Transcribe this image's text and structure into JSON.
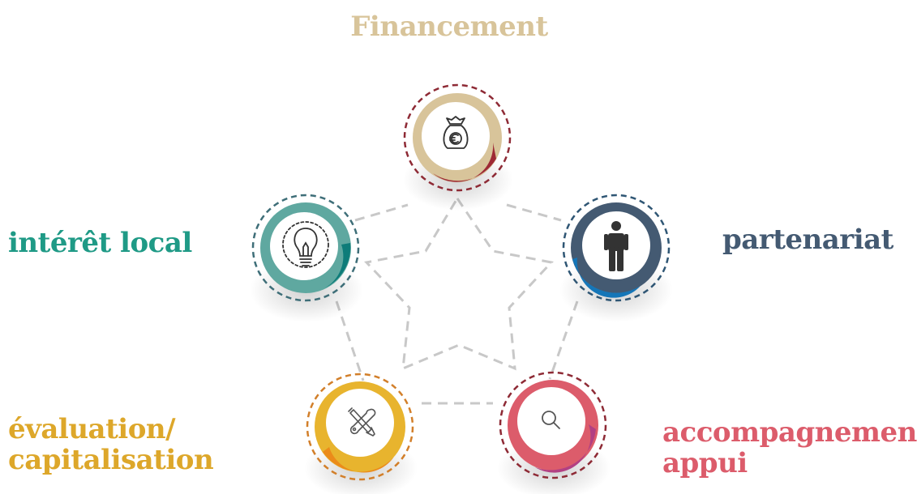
{
  "nodes": {
    "top": {
      "label": "Financement",
      "color": "#D8C49A",
      "accent": "#9E2A35",
      "ring": "#8E2A35",
      "icon": "money-bag-euro-icon"
    },
    "left": {
      "label": "intérêt local",
      "color": "#5FA8A0",
      "accent": "#0E7C79",
      "ring": "#3E6E78",
      "icon": "lightbulb-icon"
    },
    "right": {
      "label": "partenariat",
      "color": "#445A72",
      "accent": "#1576B8",
      "ring": "#2F5674",
      "icon": "person-icon"
    },
    "bottom_left": {
      "label_lines": [
        "évaluation/",
        "capitalisation"
      ],
      "color": "#E8B42E",
      "accent": "#EB8B1A",
      "ring": "#D27F2A",
      "icon": "tools-icon"
    },
    "bottom_right": {
      "label_lines": [
        "accompagnement/",
        "appui"
      ],
      "color": "#DC5C6B",
      "accent": "#B24083",
      "ring": "#8E2A35",
      "icon": "magnifier-icon"
    }
  },
  "text_colors": {
    "top": "#D8C49A",
    "left": "#1F9A86",
    "right": "#445A72",
    "bottom_left": "#DDA72A",
    "bottom_right": "#DC5C6B"
  },
  "connector_color": "#C8C8C8"
}
